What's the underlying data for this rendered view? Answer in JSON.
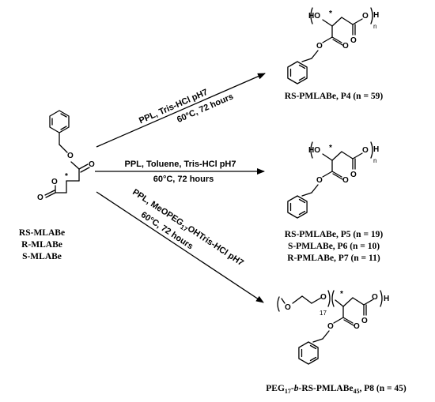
{
  "monomer": {
    "atom_o_ester": "O",
    "atom_o_ring": "O",
    "atom_o_carbonyl": "O",
    "atom_o_exo": "O",
    "stereo_mark": "*",
    "labels": [
      "RS-MLABe",
      "R-MLABe",
      "S-MLABe"
    ]
  },
  "arrows": [
    {
      "line1": "PPL, Tris-HCl pH7",
      "line2": "60°C, 72 hours"
    },
    {
      "line1": "PPL, Toluene, Tris-HCl pH7",
      "line2": "60°C, 72 hours"
    },
    {
      "line1_pre": "PPL, MeOPEG",
      "line1_sub": "17",
      "line1_post": "OHTris-HCl pH7",
      "line2": "60°C, 72 hours"
    }
  ],
  "product_atoms": {
    "ho": "HO",
    "o": "O",
    "h": "H",
    "n": "n",
    "star": "*",
    "peg_n": "17"
  },
  "products": {
    "p4": "RS-PMLABe, P4 (n = 59)",
    "p5": "RS-PMLABe, P5 (n = 19)",
    "p6": "S-PMLABe, P6 (n = 10)",
    "p7": "R-PMLABe, P7 (n = 11)",
    "p8_pre": "PEG",
    "p8_sub1": "17",
    "p8_mid1": "-",
    "p8_b": "b",
    "p8_mid2": "-RS-PMLABe",
    "p8_sub2": "45",
    "p8_post": ", P8 (n = 45)"
  },
  "colors": {
    "ink": "#000000",
    "background": "#ffffff"
  }
}
